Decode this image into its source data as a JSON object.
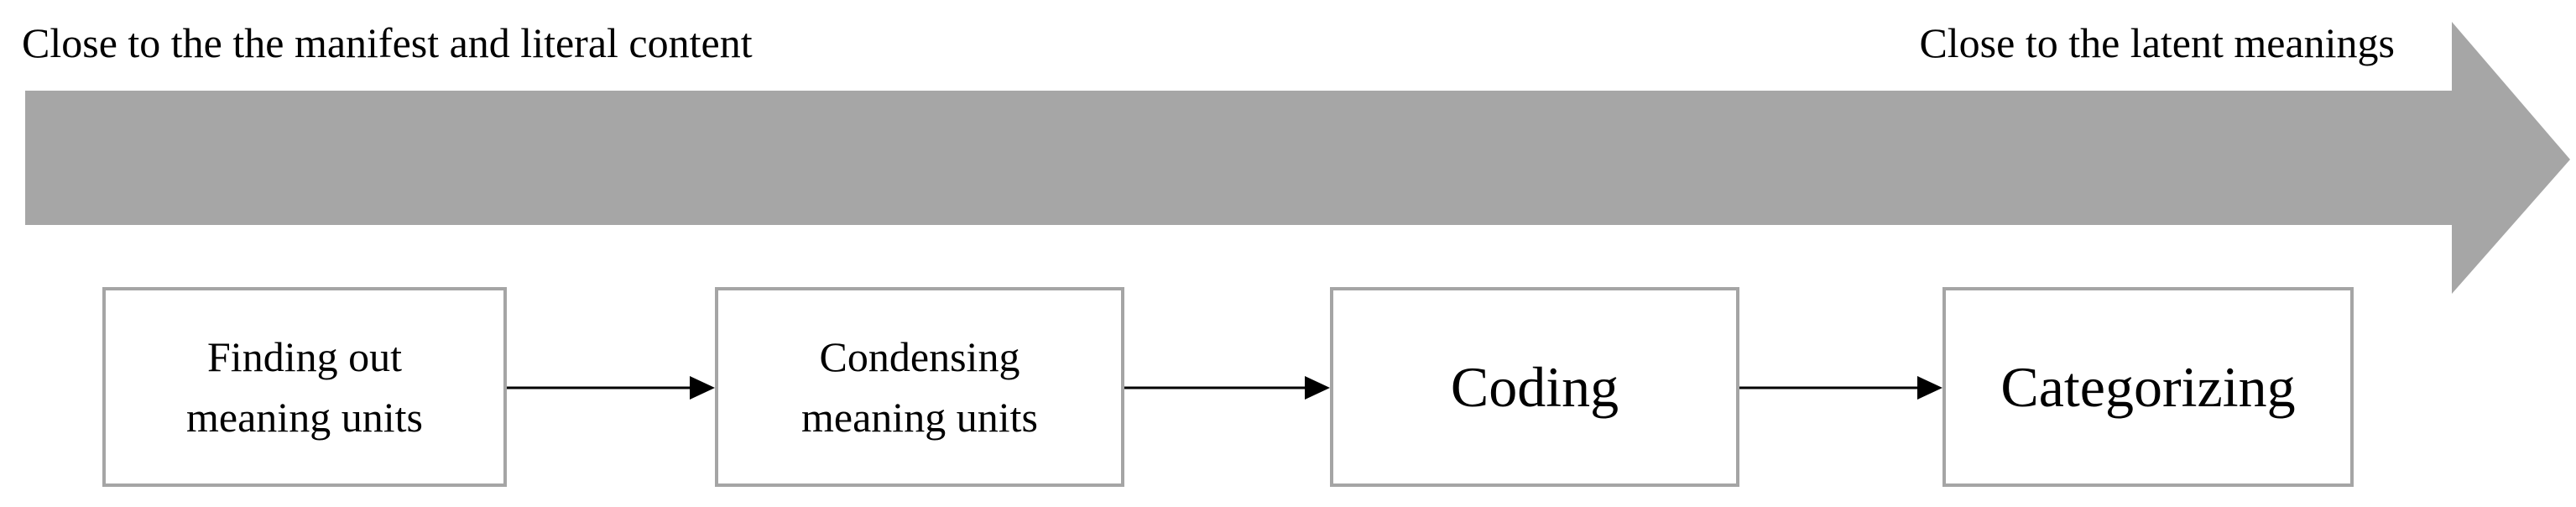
{
  "header": {
    "left_label": "Close to the the manifest and literal content",
    "right_label": "Close to the latent meanings"
  },
  "colors": {
    "big_arrow": "#a6a6a6",
    "box_border": "#a5a5a5",
    "connector": "#000000"
  },
  "steps": [
    {
      "lines": [
        "Finding out",
        "meaning units"
      ]
    },
    {
      "lines": [
        "Condensing",
        "meaning units"
      ]
    },
    {
      "lines": [
        "Coding"
      ]
    },
    {
      "lines": [
        "Categorizing"
      ]
    }
  ]
}
